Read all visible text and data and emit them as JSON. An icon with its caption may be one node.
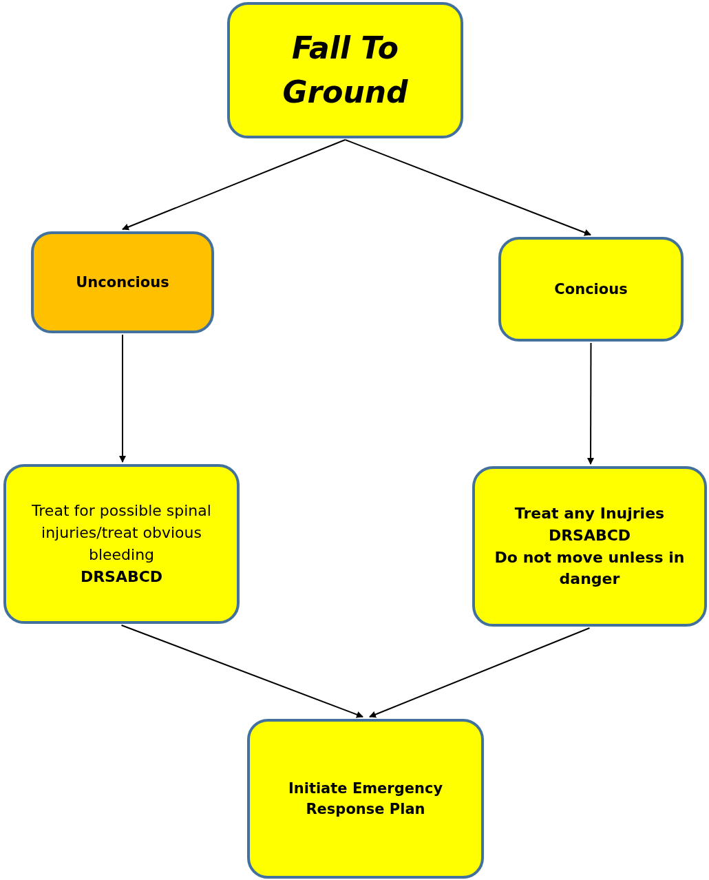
{
  "diagram": {
    "nodes": [
      {
        "text": [
          "Fall To Ground"
        ]
      },
      {
        "text": [
          "Unconcious"
        ]
      },
      {
        "text": [
          "Concious"
        ]
      },
      {
        "text": [
          "Treat for possible spinal injuries/treat obvious bleeding",
          "DRSABCD"
        ]
      },
      {
        "text": [
          "Treat any Inujries",
          "DRSABCD",
          "Do not move unless in danger"
        ]
      },
      {
        "text": [
          "Initiate Emergency Response Plan"
        ]
      }
    ],
    "edges": [
      {
        "from": 0,
        "to": 1,
        "arrow": "to"
      },
      {
        "from": 0,
        "to": 2,
        "arrow": "to"
      },
      {
        "from": 1,
        "to": 3,
        "arrow": "to"
      },
      {
        "from": 2,
        "to": 4,
        "arrow": "to"
      },
      {
        "from": 3,
        "to": 5,
        "arrow": "to"
      },
      {
        "from": 4,
        "to": 5,
        "arrow": "to"
      }
    ]
  }
}
